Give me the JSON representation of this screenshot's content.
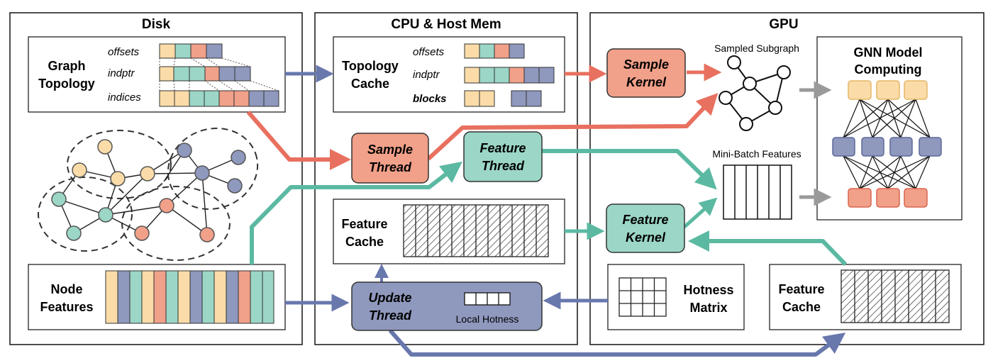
{
  "sections": {
    "disk": "Disk",
    "cpu": "CPU & Host Mem",
    "gpu": "GPU"
  },
  "graph_topology": {
    "label_line1": "Graph",
    "label_line2": "Topology",
    "rows": [
      "offsets",
      "indptr",
      "indices"
    ]
  },
  "topology_cache": {
    "label_line1": "Topology",
    "label_line2": "Cache",
    "rows": [
      "offsets",
      "indptr",
      "blocks"
    ]
  },
  "node_features": {
    "label_line1": "Node",
    "label_line2": "Features"
  },
  "feature_cache_cpu": {
    "label_line1": "Feature",
    "label_line2": "Cache"
  },
  "feature_cache_gpu": {
    "label_line1": "Feature",
    "label_line2": "Cache"
  },
  "sample_thread": {
    "line1": "Sample",
    "line2": "Thread"
  },
  "feature_thread": {
    "line1": "Feature",
    "line2": "Thread"
  },
  "update_thread": {
    "line1": "Update",
    "line2": "Thread",
    "local_hotness": "Local Hotness"
  },
  "sample_kernel": {
    "line1": "Sample",
    "line2": "Kernel"
  },
  "feature_kernel": {
    "line1": "Feature",
    "line2": "Kernel"
  },
  "hotness_matrix": {
    "line1": "Hotness",
    "line2": "Matrix"
  },
  "sampled_subgraph": "Sampled Subgraph",
  "mini_batch": "Mini-Batch Features",
  "gnn": {
    "line1": "GNN Model",
    "line2": "Computing"
  },
  "colors": {
    "blue": "#8f98bd",
    "blue_dark": "#6d7aa8",
    "red": "#ee8877",
    "red_fill": "#f1a089",
    "green": "#83cdb8",
    "green_fill": "#9bd6c6",
    "yellow": "#fbdca8",
    "arrow_blue": "#6878ad",
    "arrow_red": "#e8705f",
    "arrow_green": "#5bb9a2",
    "arrow_gray": "#9a9a9a"
  }
}
